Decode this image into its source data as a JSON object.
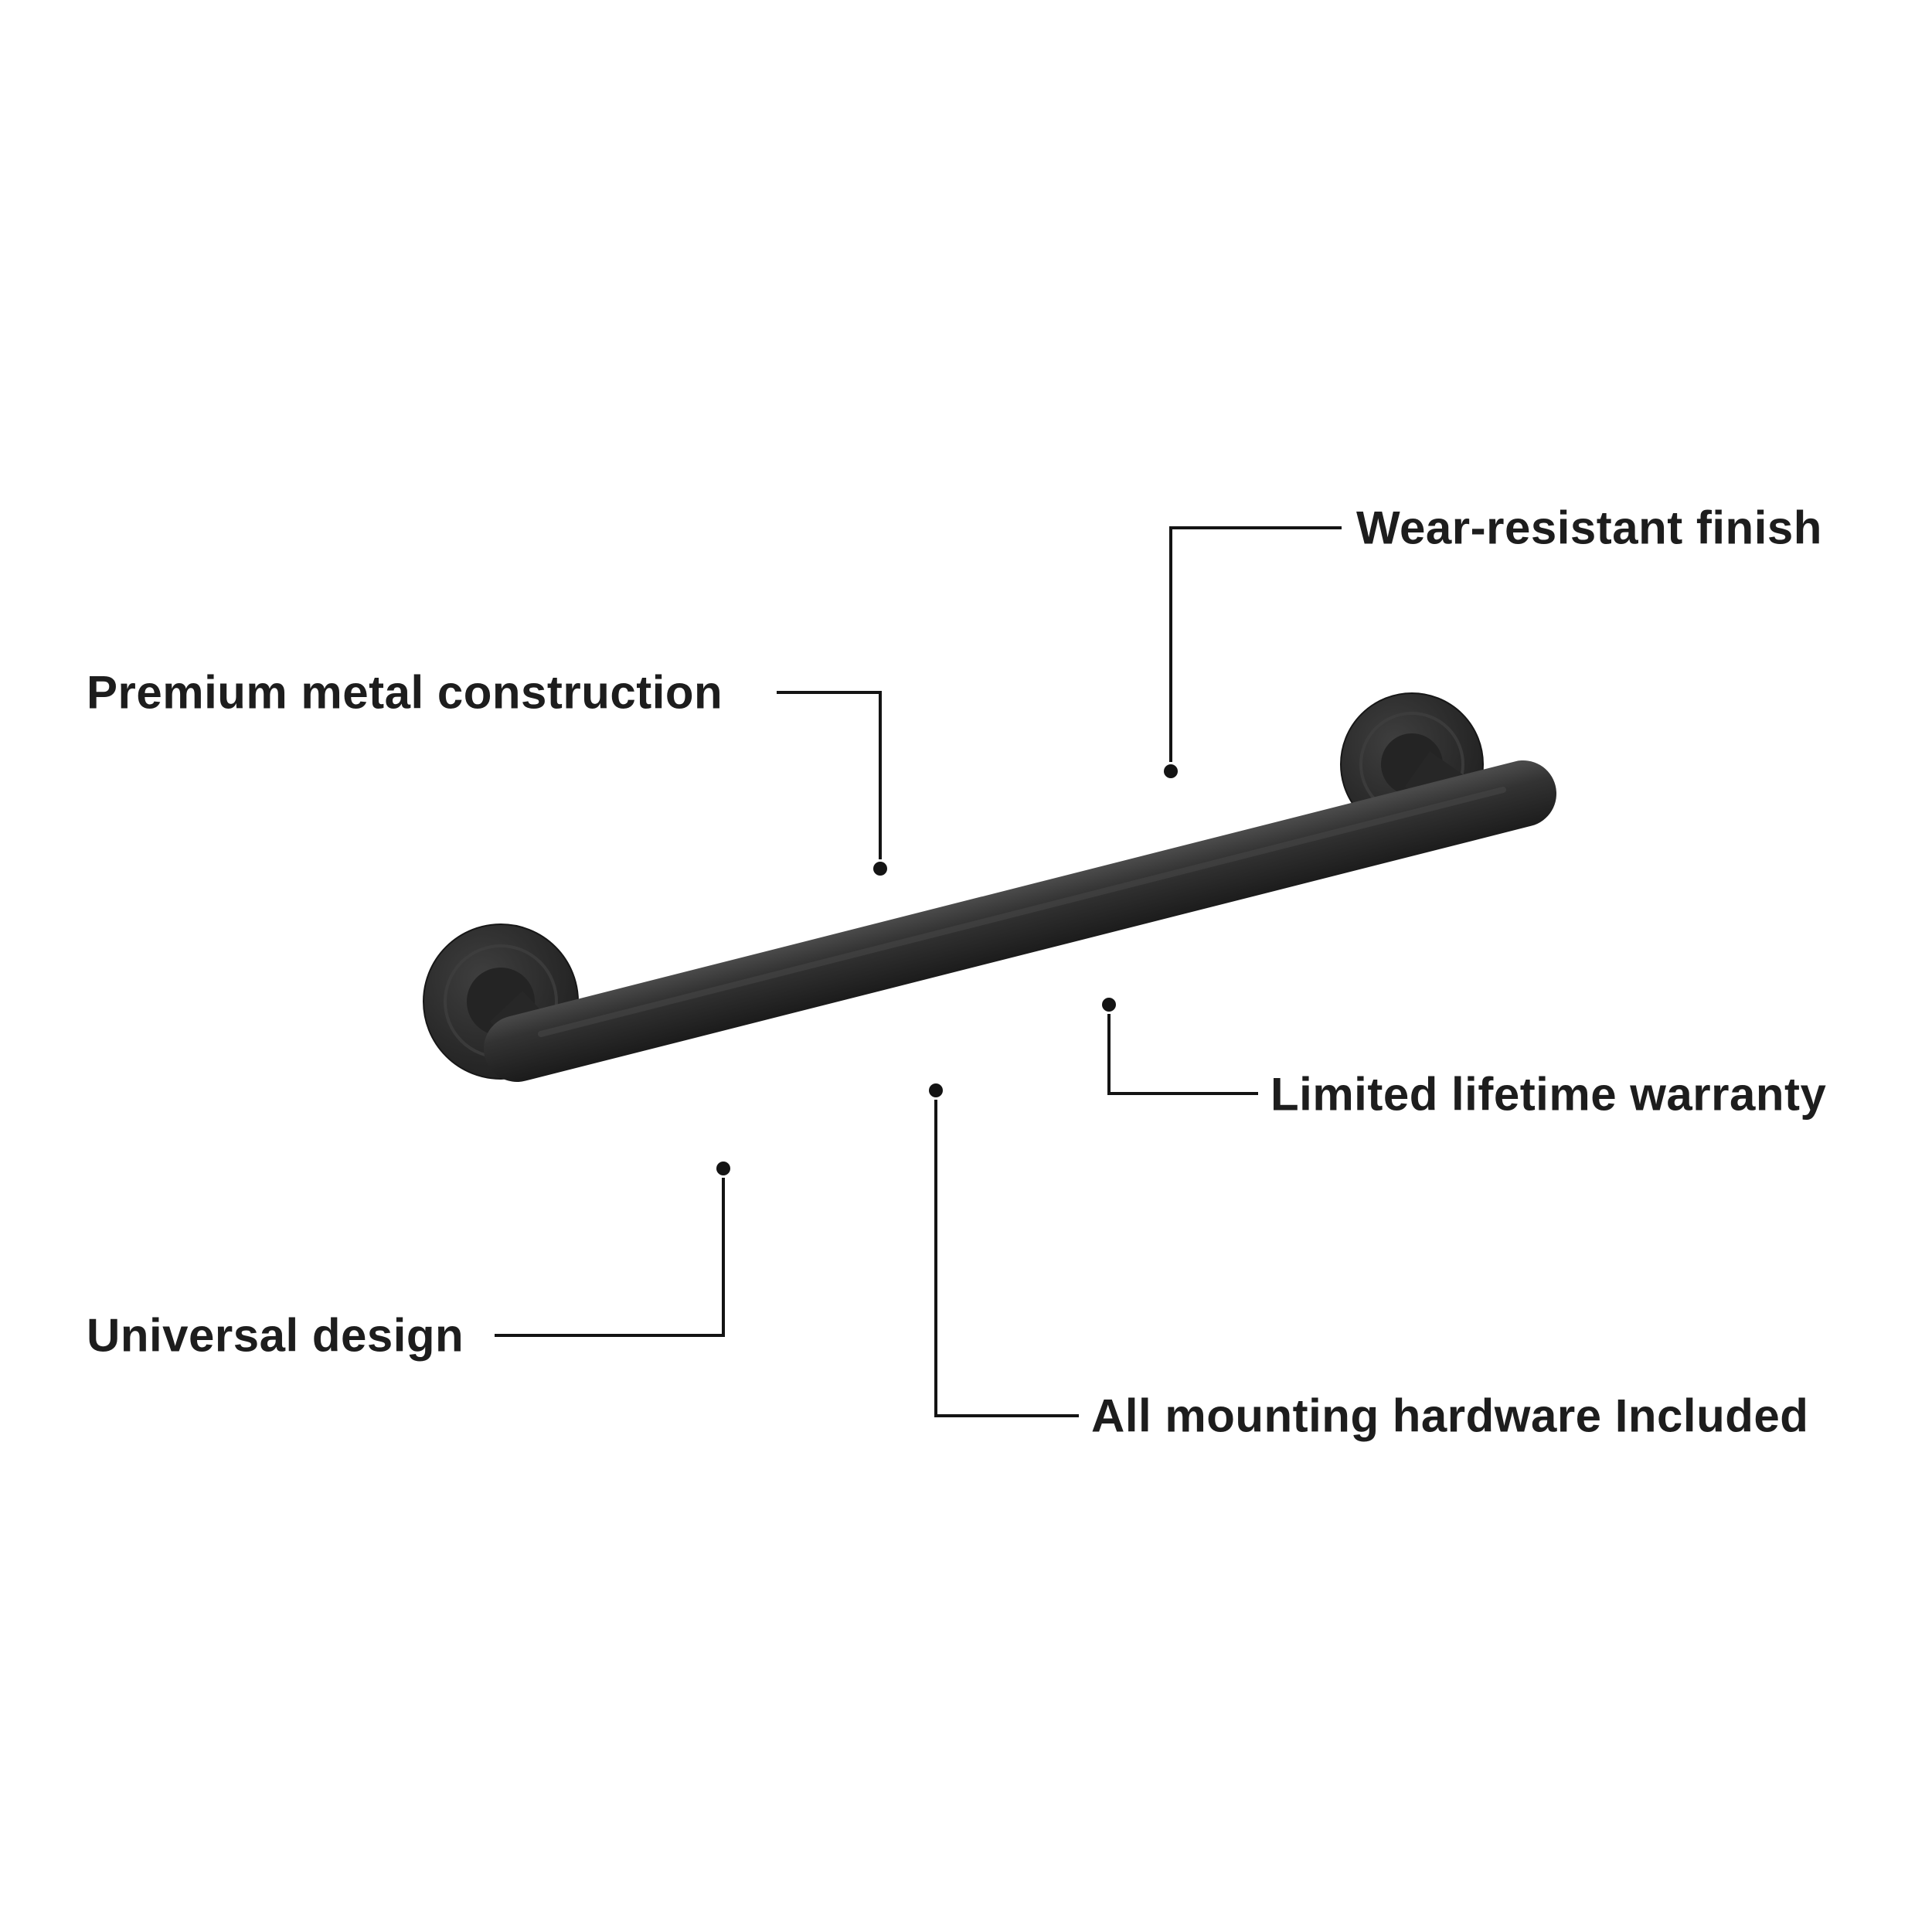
{
  "page": {
    "background_color": "#ffffff",
    "product_color": "#2b2b2b",
    "line_color": "#141414"
  },
  "product": {
    "name": "black grab bar with round mounting flanges"
  },
  "callouts": {
    "wear": {
      "label": "Wear-resistant finish"
    },
    "premium": {
      "label": "Premium metal construction"
    },
    "warranty": {
      "label": "Limited lifetime warranty"
    },
    "universal": {
      "label": "Universal design"
    },
    "hardware": {
      "label": "All mounting hardware Included"
    }
  }
}
